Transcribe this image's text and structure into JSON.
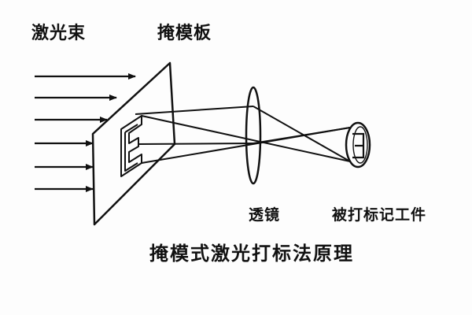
{
  "labels": {
    "laser_beam": "激光束",
    "mask_plate": "掩模板",
    "lens": "透镜",
    "workpiece": "被打标记工件",
    "caption": "掩模式激光打标法原理"
  },
  "colors": {
    "ink": "#111111",
    "background": "#fdfdfd"
  }
}
